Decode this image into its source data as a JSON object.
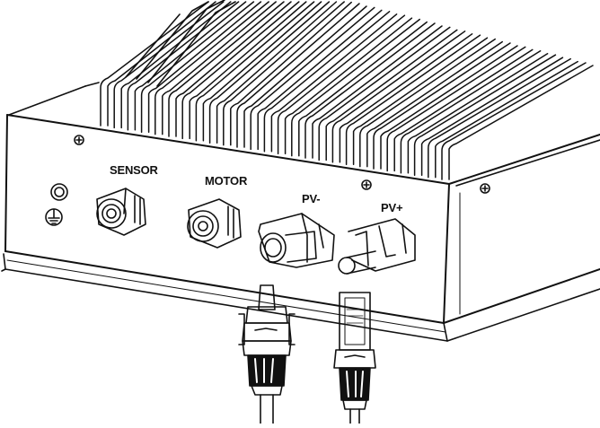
{
  "labels": {
    "sensor": "SENSOR",
    "motor": "MOTOR",
    "pv_minus": "PV-",
    "pv_plus": "PV+"
  },
  "colors": {
    "line": "#111111",
    "background": "#ffffff"
  },
  "icons": {
    "ground": "ground-symbol-icon",
    "screw": "phillips-screw-icon"
  }
}
